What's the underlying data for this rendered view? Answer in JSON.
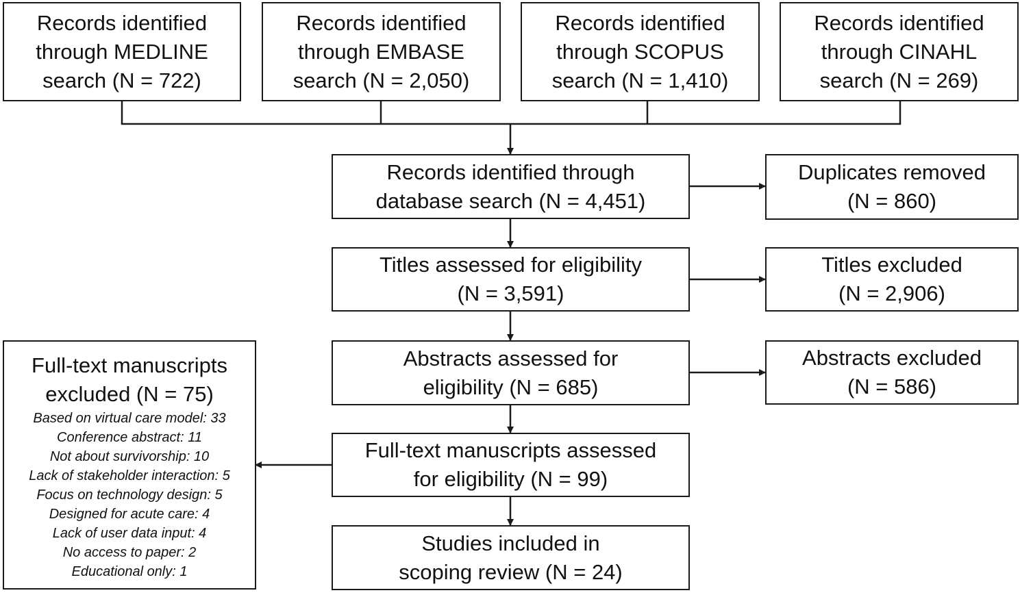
{
  "sources": [
    {
      "lines": [
        "Records identified",
        "through MEDLINE",
        "search (N = 722)"
      ]
    },
    {
      "lines": [
        "Records identified",
        "through EMBASE",
        "search (N = 2,050)"
      ]
    },
    {
      "lines": [
        "Records identified",
        "through SCOPUS",
        "search (N = 1,410)"
      ]
    },
    {
      "lines": [
        "Records identified",
        "through CINAHL",
        "search (N = 269)"
      ]
    }
  ],
  "main_flow": [
    {
      "lines": [
        "Records identified through",
        "database search (N = 4,451)"
      ]
    },
    {
      "lines": [
        "Titles assessed for eligibility",
        "(N = 3,591)"
      ]
    },
    {
      "lines": [
        "Abstracts assessed for",
        "eligibility (N = 685)"
      ]
    },
    {
      "lines": [
        "Full-text manuscripts assessed",
        "for eligibility (N = 99)"
      ]
    },
    {
      "lines": [
        "Studies included in",
        "scoping review (N = 24)"
      ]
    }
  ],
  "side_exclusions": [
    {
      "lines": [
        "Duplicates removed",
        "(N = 860)"
      ]
    },
    {
      "lines": [
        "Titles excluded",
        "(N = 2,906)"
      ]
    },
    {
      "lines": [
        "Abstracts excluded",
        "(N = 586)"
      ]
    }
  ],
  "fulltext_exclusion": {
    "lines": [
      "Full-text manuscripts",
      "excluded (N = 75)"
    ],
    "reasons": [
      "Based on virtual care model: 33",
      "Conference abstract: 11",
      "Not about survivorship: 10",
      "Lack of stakeholder interaction: 5",
      "Focus on technology design: 5",
      "Designed for acute care: 4",
      "Lack of user data input: 4",
      "No access to paper: 2",
      "Educational only: 1"
    ]
  },
  "colors": {
    "line": "#1a1a1a",
    "background": "#ffffff"
  }
}
